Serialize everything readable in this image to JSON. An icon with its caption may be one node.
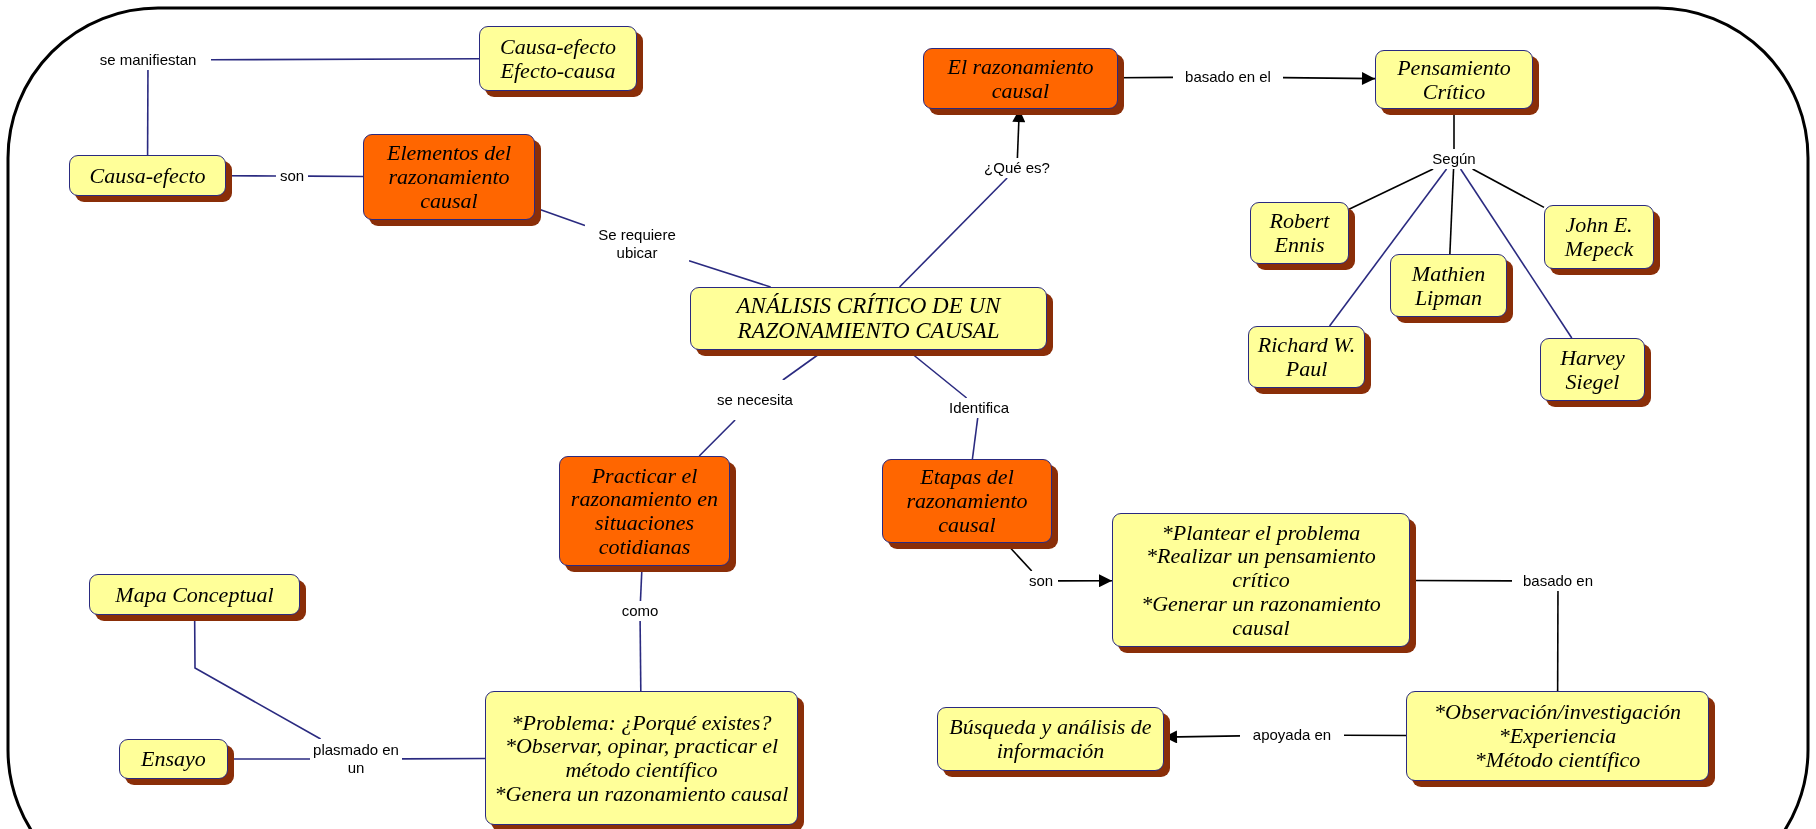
{
  "diagram": {
    "nodes": [
      {
        "text": [
          "se manifiestan"
        ]
      },
      {
        "text": [
          "Causa-efecto",
          "Efecto-causa"
        ]
      },
      {
        "text": [
          "El razonamiento causal"
        ]
      },
      {
        "text": [
          "basado en el"
        ]
      },
      {
        "text": [
          "Pensamiento Crítico"
        ]
      },
      {
        "text": [
          "Causa-efecto"
        ]
      },
      {
        "text": [
          "son"
        ]
      },
      {
        "text": [
          "Elementos del razonamiento causal"
        ]
      },
      {
        "text": [
          "¿Qué es?"
        ]
      },
      {
        "text": [
          "Según"
        ]
      },
      {
        "text": [
          "Robert Ennis"
        ]
      },
      {
        "text": [
          "John E. Mepeck"
        ]
      },
      {
        "text": [
          "Se requiere ubicar"
        ]
      },
      {
        "text": [
          "ANÁLISIS CRÍTICO DE UN RAZONAMIENTO CAUSAL"
        ]
      },
      {
        "text": [
          "Mathien Lipman"
        ]
      },
      {
        "text": [
          "Richard W. Paul"
        ]
      },
      {
        "text": [
          "Harvey Siegel"
        ]
      },
      {
        "text": [
          "se necesita"
        ]
      },
      {
        "text": [
          "Identifica"
        ]
      },
      {
        "text": [
          "Practicar el razonamiento en situaciones cotidianas"
        ]
      },
      {
        "text": [
          "Etapas del razonamiento causal"
        ]
      },
      {
        "text": [
          "*Plantear el problema",
          "*Realizar un pensamiento crítico",
          "*Generar un razonamiento causal"
        ]
      },
      {
        "text": [
          "son"
        ]
      },
      {
        "text": [
          "basado en"
        ]
      },
      {
        "text": [
          "Mapa Conceptual"
        ]
      },
      {
        "text": [
          "como"
        ]
      },
      {
        "text": [
          "*Problema: ¿Porqué existes?",
          "*Observar, opinar, practicar el método científico",
          "*Genera un razonamiento causal"
        ]
      },
      {
        "text": [
          "Ensayo"
        ]
      },
      {
        "text": [
          "plasmado en un"
        ]
      },
      {
        "text": [
          "Búsqueda y análisis de información"
        ]
      },
      {
        "text": [
          "apoyada en"
        ]
      },
      {
        "text": [
          "*Observación/investigación",
          "*Experiencia",
          "*Método científico"
        ]
      }
    ],
    "edges": [
      {
        "from": 5,
        "to": 0,
        "arrow": "none"
      },
      {
        "from": 0,
        "to": 1,
        "arrow": "none"
      },
      {
        "from": 7,
        "to": 6,
        "arrow": "none"
      },
      {
        "from": 6,
        "to": 5,
        "arrow": "none"
      },
      {
        "from": 13,
        "to": 12,
        "arrow": "none"
      },
      {
        "from": 12,
        "to": 7,
        "arrow": "none"
      },
      {
        "from": 13,
        "to": 8,
        "arrow": "none"
      },
      {
        "from": 8,
        "to": 2,
        "arrow": "to",
        "color": "#000000"
      },
      {
        "from": 2,
        "to": 3,
        "arrow": "none",
        "color": "#000000"
      },
      {
        "from": 3,
        "to": 4,
        "arrow": "to",
        "color": "#000000"
      },
      {
        "from": 4,
        "to": 9,
        "arrow": "none",
        "color": "#000000"
      },
      {
        "from": 9,
        "to": 10,
        "arrow": "none",
        "color": "#000000"
      },
      {
        "from": 9,
        "to": 14,
        "arrow": "none",
        "color": "#000000"
      },
      {
        "from": 9,
        "to": 11,
        "arrow": "none",
        "color": "#000000"
      },
      {
        "from": 9,
        "to": 15,
        "arrow": "none"
      },
      {
        "from": 9,
        "to": 16,
        "arrow": "none"
      },
      {
        "from": 13,
        "to": 17,
        "arrow": "none"
      },
      {
        "from": 17,
        "to": 19,
        "arrow": "none"
      },
      {
        "from": 13,
        "to": 18,
        "arrow": "none"
      },
      {
        "from": 18,
        "to": 20,
        "arrow": "none"
      },
      {
        "from": 20,
        "to": 22,
        "arrow": "none",
        "color": "#000000"
      },
      {
        "from": 22,
        "to": 21,
        "arrow": "to",
        "color": "#000000"
      },
      {
        "from": 19,
        "to": 25,
        "arrow": "none"
      },
      {
        "from": 25,
        "to": 26,
        "arrow": "none"
      },
      {
        "from": 26,
        "to": 28,
        "arrow": "none"
      },
      {
        "from": 28,
        "to": 27,
        "arrow": "none"
      },
      {
        "from": 28,
        "to": 24,
        "arrow": "none"
      },
      {
        "from": 21,
        "to": 23,
        "arrow": "none",
        "color": "#000000"
      },
      {
        "from": 23,
        "to": 31,
        "arrow": "none",
        "color": "#000000"
      },
      {
        "from": 31,
        "to": 30,
        "arrow": "none",
        "color": "#000000"
      },
      {
        "from": 30,
        "to": 29,
        "arrow": "to",
        "color": "#000000"
      }
    ]
  }
}
